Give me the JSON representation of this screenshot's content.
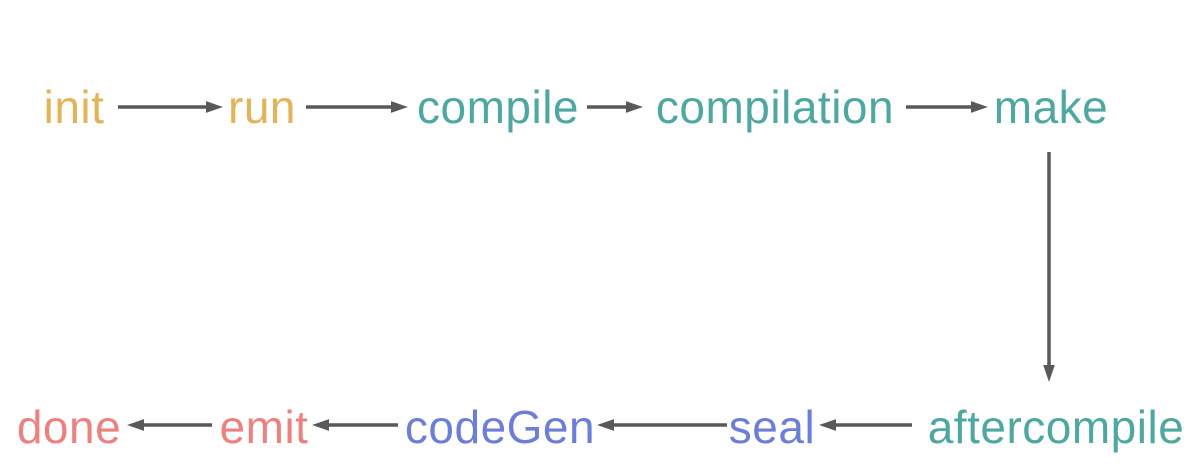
{
  "diagram": {
    "type": "flowchart",
    "description_visible": false
  },
  "colors": {
    "background": "#ffffff",
    "arrow": "#595959",
    "gold": "#E2B457",
    "teal": "#4EA7A0",
    "periwinkle": "#6D7ED9",
    "salmon": "#EB8280"
  },
  "nodes": [
    {
      "id": "init",
      "label": "init",
      "color": "#E2B457"
    },
    {
      "id": "run",
      "label": "run",
      "color": "#E2B457"
    },
    {
      "id": "compile",
      "label": "compile",
      "color": "#4EA7A0"
    },
    {
      "id": "compilation",
      "label": "compilation",
      "color": "#4EA7A0"
    },
    {
      "id": "make",
      "label": "make",
      "color": "#4EA7A0"
    },
    {
      "id": "aftercompile",
      "label": "aftercompile",
      "color": "#4EA7A0"
    },
    {
      "id": "seal",
      "label": "seal",
      "color": "#6D7ED9"
    },
    {
      "id": "codeGen",
      "label": "codeGen",
      "color": "#6D7ED9"
    },
    {
      "id": "emit",
      "label": "emit",
      "color": "#EB8280"
    },
    {
      "id": "done",
      "label": "done",
      "color": "#EB8280"
    }
  ],
  "edges": [
    {
      "from": "init",
      "to": "run"
    },
    {
      "from": "run",
      "to": "compile"
    },
    {
      "from": "compile",
      "to": "compilation"
    },
    {
      "from": "compilation",
      "to": "make"
    },
    {
      "from": "make",
      "to": "aftercompile"
    },
    {
      "from": "aftercompile",
      "to": "seal"
    },
    {
      "from": "seal",
      "to": "codeGen"
    },
    {
      "from": "codeGen",
      "to": "emit"
    },
    {
      "from": "emit",
      "to": "done"
    }
  ]
}
